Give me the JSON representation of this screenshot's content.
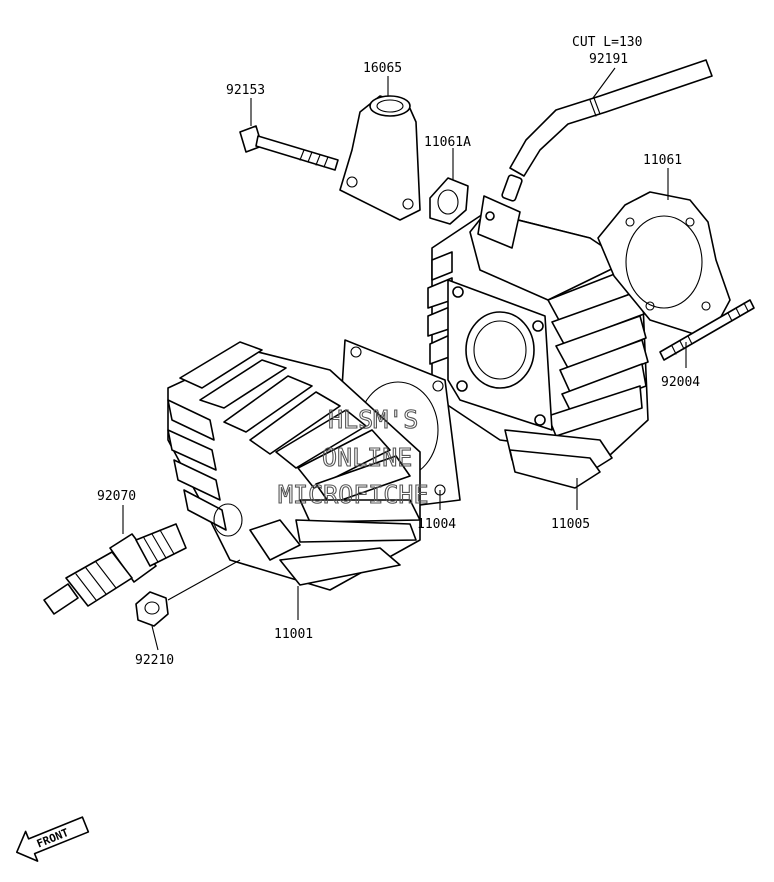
{
  "parts": [
    {
      "part_no": "92153",
      "name": "bolt"
    },
    {
      "part_no": "16065",
      "name": "intake-elbow"
    },
    {
      "part_no": "11061A",
      "name": "elbow-gasket"
    },
    {
      "part_no": "92191",
      "name": "breather-hose",
      "note": "CUT L=130"
    },
    {
      "part_no": "11061",
      "name": "cylinder-base-gasket"
    },
    {
      "part_no": "92004",
      "name": "stud"
    },
    {
      "part_no": "11005",
      "name": "cylinder"
    },
    {
      "part_no": "11004",
      "name": "head-gasket"
    },
    {
      "part_no": "11001",
      "name": "cylinder-head"
    },
    {
      "part_no": "92070",
      "name": "spark-plug"
    },
    {
      "part_no": "92210",
      "name": "nut"
    }
  ],
  "watermark": {
    "line1": "HLSM'S",
    "line2": "ONLINE",
    "line3": "MICROFICHE"
  },
  "orientation": {
    "front_label": "FRONT"
  }
}
